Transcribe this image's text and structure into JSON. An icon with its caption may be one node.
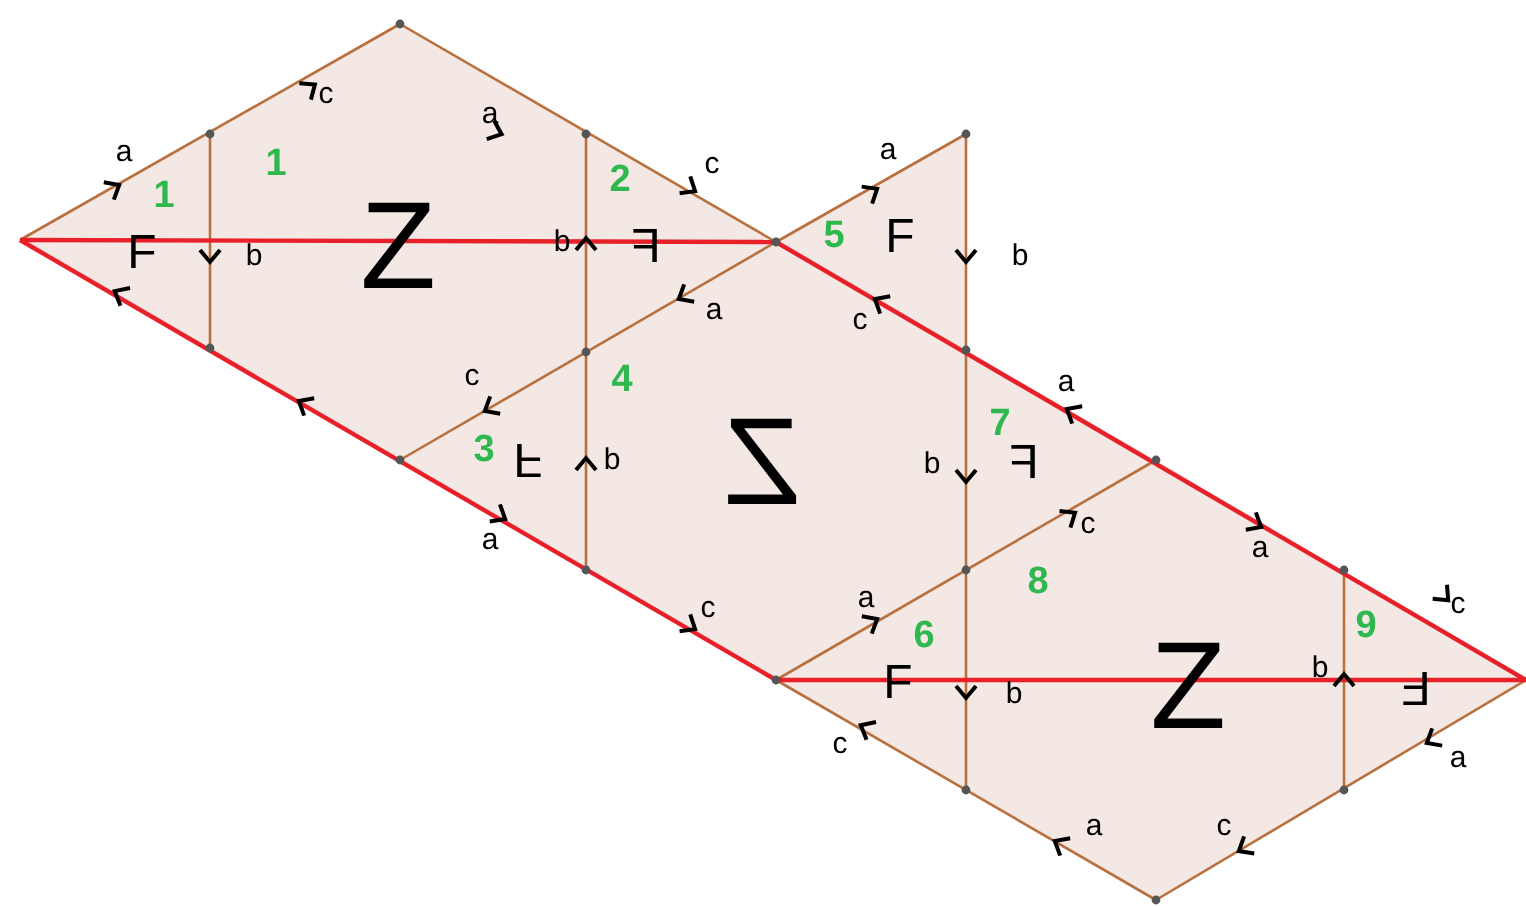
{
  "diagram": {
    "labels": [
      "c",
      "a",
      "a",
      "1",
      "c",
      "1",
      "2",
      "a",
      "5",
      "F",
      "b",
      "Z",
      "b",
      "F",
      "F",
      "b",
      "a",
      "c",
      "c",
      "4",
      "a",
      "7",
      "3",
      "F",
      "b",
      "Z",
      "b",
      "F",
      "c",
      "a",
      "a",
      "8",
      "a",
      "c",
      "c",
      "6",
      "9",
      "F",
      "b",
      "Z",
      "b",
      "F",
      "c",
      "a",
      "a",
      "c"
    ]
  }
}
